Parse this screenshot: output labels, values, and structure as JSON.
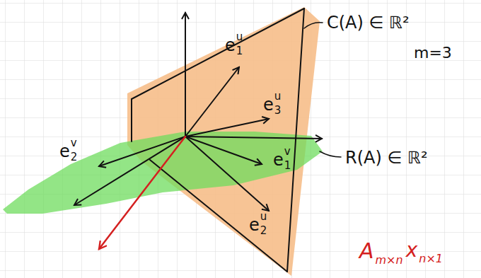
{
  "diagram": {
    "labels": [
      "C(A) ∈ ℝ²",
      "m=3",
      "R(A) ∈ ℝ²",
      "e",
      "u",
      "1",
      "e",
      "u",
      "3",
      "e",
      "v",
      "2",
      "e",
      "v",
      "1",
      "e",
      "u",
      "2",
      "A",
      "m×n",
      "x",
      "n×1"
    ]
  }
}
